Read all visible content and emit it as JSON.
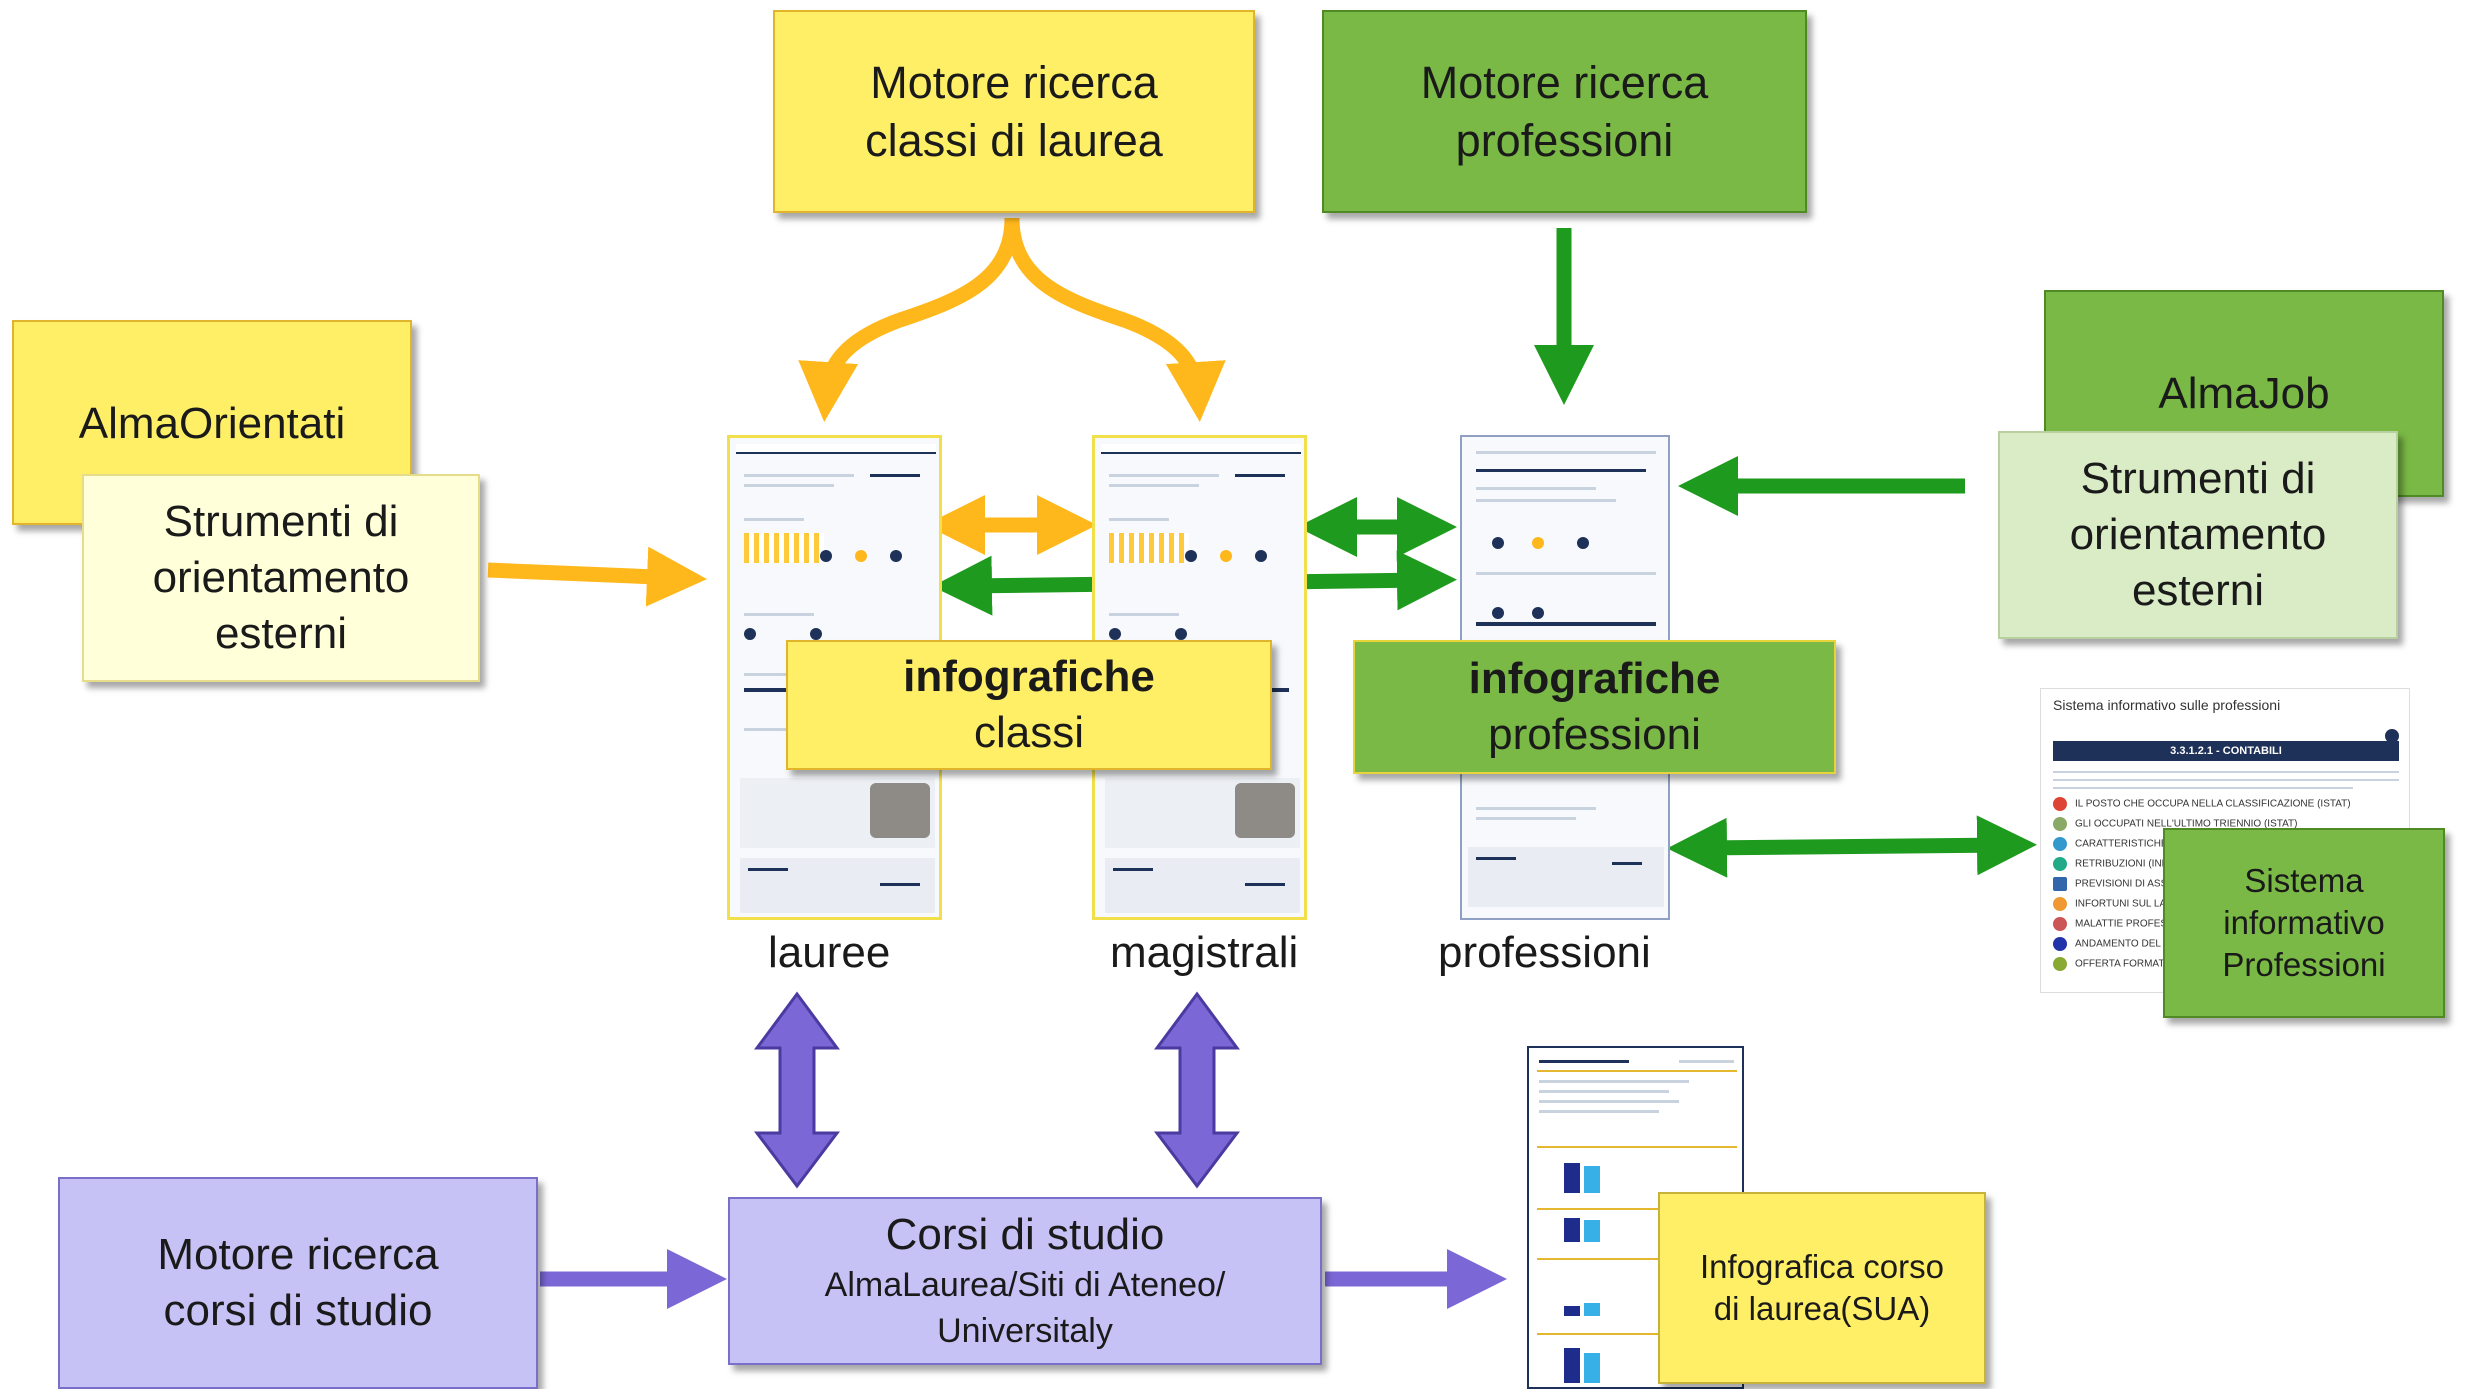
{
  "boxes": {
    "search_degree_classes": "Motore ricerca\nclassi di laurea",
    "search_professions": "Motore ricerca\nprofessioni",
    "almaorientati": "AlmaOrientati",
    "external_tools_left": "Strumenti di\norientamento\nesterni",
    "almajob": "AlmaJob",
    "external_tools_right": "Strumenti di\norientamento\nesterni",
    "infographics_classes_bold": "infografiche",
    "infographics_classes_sub": "classi",
    "infographics_professions_bold": "infografiche",
    "infographics_professions_sub": "professioni",
    "professions_information_system": "Sistema\ninformativo\nProfessioni",
    "search_courses": "Motore ricerca\ncorsi di studio",
    "courses_title": "Corsi di studio",
    "courses_subtitle": "AlmaLaurea/Siti di Ateneo/\nUniversitaly",
    "degree_course_infographic": "Infografica corso\ndi laurea(SUA)"
  },
  "labels": {
    "lauree": "lauree",
    "magistrali": "magistrali",
    "professioni": "professioni"
  },
  "sis_screenshot": {
    "title": "Sistema informativo sulle professioni",
    "header_bar": "3.3.1.2.1 - CONTABILI",
    "rows": [
      "IL POSTO CHE OCCUPA NELLA CLASSIFICAZIONE (ISTAT)",
      "GLI OCCUPATI NELL'ULTIMO TRIENNIO (ISTAT)",
      "CARATTERISTICHE DEL",
      "RETRIBUZIONI (INPS)",
      "PREVISIONI DI ASSUN",
      "INFORTUNI SUL LAVOR",
      "MALATTIE PROFESSION",
      "ANDAMENTO DEL MER",
      "OFFERTA FORMATIVA U"
    ]
  },
  "colors": {
    "yellow": "#ffef66",
    "green": "#7ab945",
    "purple": "#c7c2f6",
    "orange_arrow": "#ffb81c",
    "green_arrow": "#1e9a1e",
    "purple_arrow": "#7b68d6"
  }
}
